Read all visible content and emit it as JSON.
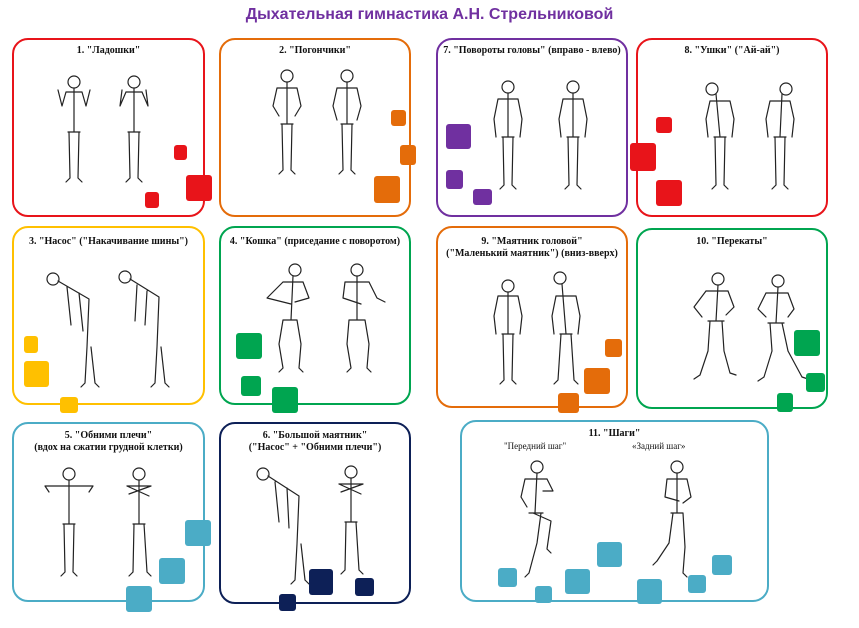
{
  "title": "Дыхательная гимнастика А.Н. Стрельниковой",
  "colors": {
    "title": "#7030a0",
    "red": "#e8141a",
    "orange": "#e46c0a",
    "purple": "#7030a0",
    "yellow": "#ffc000",
    "green": "#00a550",
    "teal": "#4bacc6",
    "navy": "#0d2057"
  },
  "cards": {
    "c1": {
      "title": "1. \"Ладошки\""
    },
    "c2": {
      "title": "2. \"Погончики\""
    },
    "c7": {
      "title": "7. \"Повороты головы\" (вправо - влево)"
    },
    "c8": {
      "title": "8. \"Ушки\" (\"Ай-ай\")"
    },
    "c3": {
      "title": "3. \"Насос\" (\"Накачивание шины\")"
    },
    "c4": {
      "title": "4. \"Кошка\" (приседание с поворотом)"
    },
    "c9": {
      "title": "9. \"Маятник головой\"",
      "title2": "(\"Маленький маятник\") (вниз-вверх)"
    },
    "c10": {
      "title": "10. \"Перекаты\""
    },
    "c5": {
      "title": "5. \"Обними плечи\"",
      "title2": "(вдох на сжатии грудной клетки)"
    },
    "c6": {
      "title": "6. \"Большой маятник\"",
      "title2": "(\"Насос\" + \"Обними плечи\")"
    },
    "c11": {
      "title": "11. \"Шаги\"",
      "step_front": "\"Передний шаг\"",
      "step_back": "«Задний  шаг»"
    }
  }
}
